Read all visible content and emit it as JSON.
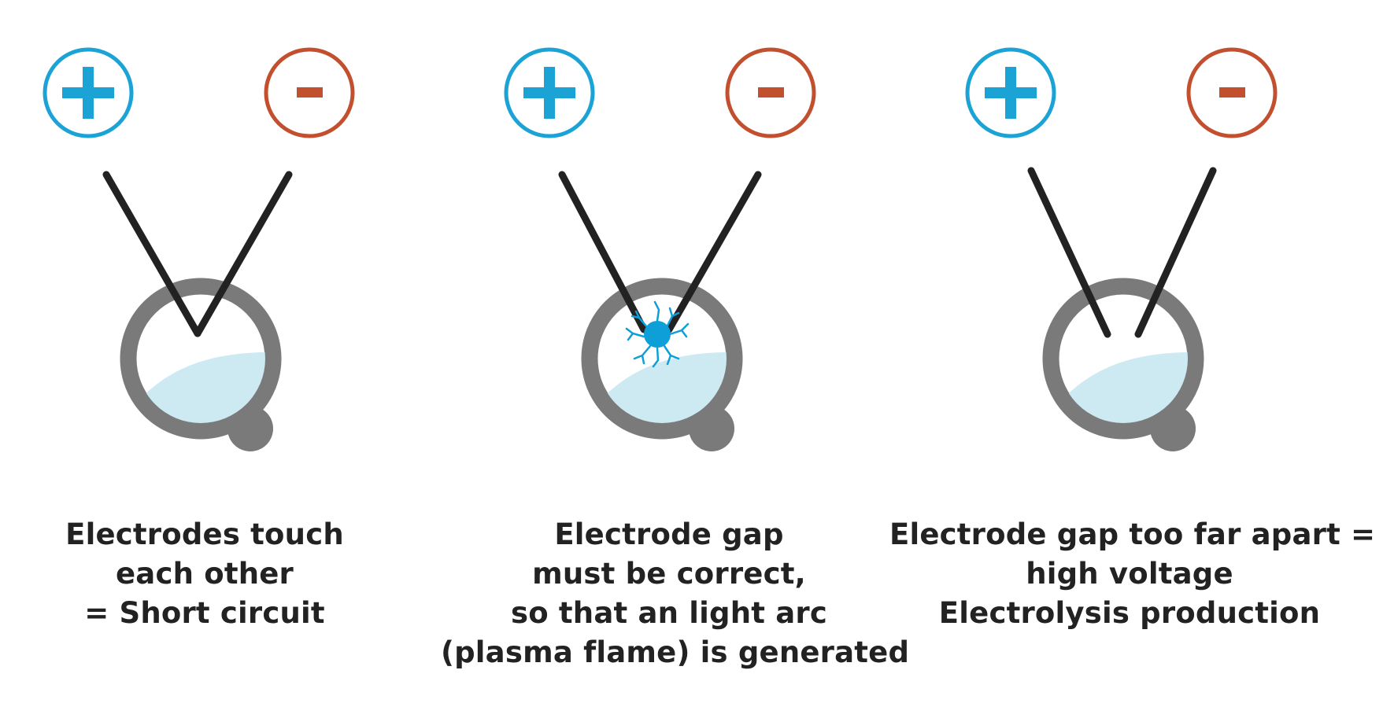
{
  "colors": {
    "positive": "#1ba3d6",
    "negative": "#c2502f",
    "electrode": "#222222",
    "ring": "#7a7a7a",
    "water": "#cdeaf3",
    "arc": "#0e9fd8",
    "text": "#222222"
  },
  "panels": [
    {
      "state": "electrodes-touching",
      "positive_symbol": "+",
      "negative_symbol": "-",
      "caption_lines": [
        "Electrodes touch",
        "each other",
        "= Short circuit"
      ]
    },
    {
      "state": "correct-gap-with-arc",
      "positive_symbol": "+",
      "negative_symbol": "-",
      "caption_lines": [
        "Electrode gap",
        "must be correct,",
        "so that an light arc",
        "(plasma flame) is generated"
      ]
    },
    {
      "state": "gap-too-wide",
      "positive_symbol": "+",
      "negative_symbol": "-",
      "caption_lines": [
        "Electrode gap too far apart =",
        "high voltage",
        "Electrolysis production"
      ]
    }
  ]
}
